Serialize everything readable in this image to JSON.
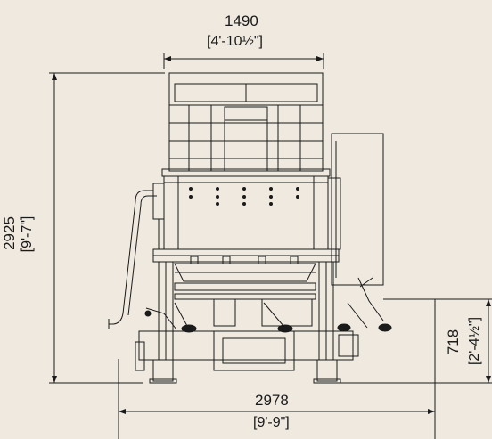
{
  "dimensions": {
    "top_width_mm": "1490",
    "top_width_ftin": "[4'-10½\"]",
    "height_mm": "2925",
    "height_ftin": "[9'-7\"]",
    "bottom_width_mm": "2978",
    "bottom_width_ftin": "[9'-9\"]",
    "side_height_mm": "718",
    "side_height_ftin": "[2'-4½\"]"
  },
  "colors": {
    "background": "#efe9df",
    "line": "#1a1a1a"
  }
}
